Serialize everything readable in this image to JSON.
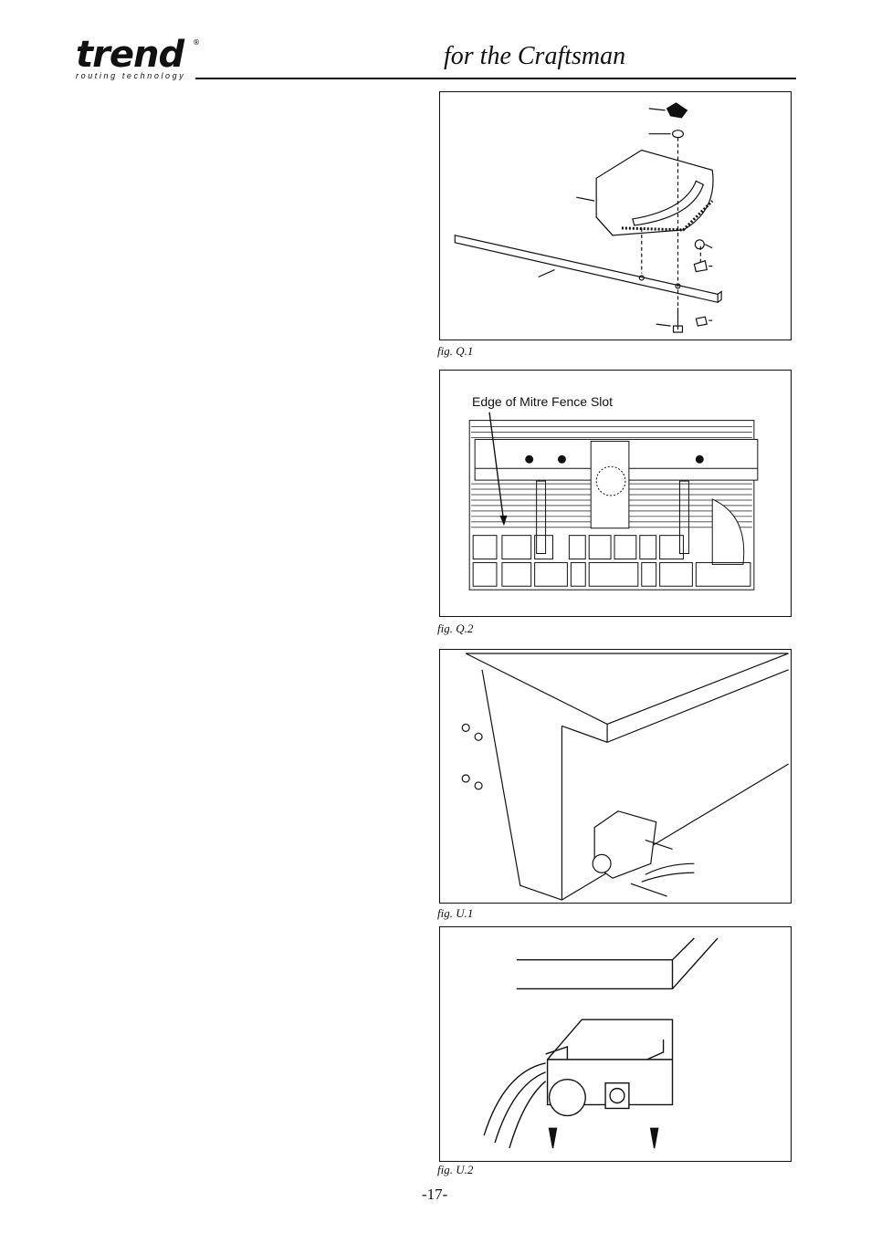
{
  "header": {
    "logo_word": "trend",
    "logo_registered": "®",
    "logo_tagline": "routing technology",
    "title": "for the Craftsman"
  },
  "figures": [
    {
      "caption": "fig. Q.1"
    },
    {
      "caption": "fig. Q.2",
      "label": "Edge of Mitre Fence Slot"
    },
    {
      "caption": "fig. U.1"
    },
    {
      "caption": "fig. U.2"
    }
  ],
  "footer": {
    "page_number": "-17-"
  }
}
